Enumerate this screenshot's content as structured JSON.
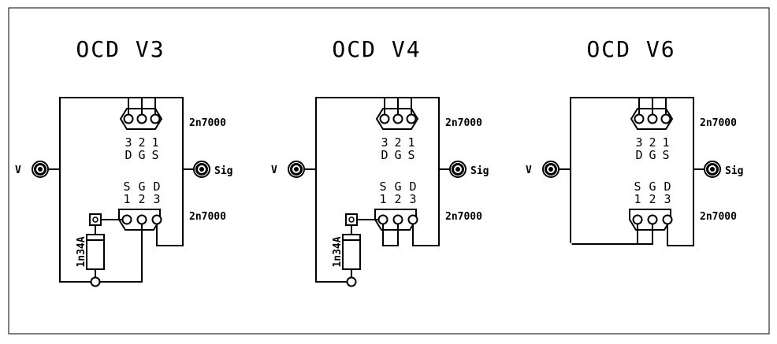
{
  "circuits": [
    {
      "title": "OCD V3",
      "input_label": "V",
      "output_label": "Sig",
      "top_part": "2n7000",
      "top_pin_numbers": [
        "3",
        "2",
        "1"
      ],
      "top_pin_names": [
        "D",
        "G",
        "S"
      ],
      "bottom_part": "2n7000",
      "bottom_pin_names": [
        "S",
        "G",
        "D"
      ],
      "bottom_pin_numbers": [
        "1",
        "2",
        "3"
      ],
      "diode": "1n34A"
    },
    {
      "title": "OCD V4",
      "input_label": "V",
      "output_label": "Sig",
      "top_part": "2n7000",
      "top_pin_numbers": [
        "3",
        "2",
        "1"
      ],
      "top_pin_names": [
        "D",
        "G",
        "S"
      ],
      "bottom_part": "2n7000",
      "bottom_pin_names": [
        "S",
        "G",
        "D"
      ],
      "bottom_pin_numbers": [
        "1",
        "2",
        "3"
      ],
      "diode": "1n34A"
    },
    {
      "title": "OCD V6",
      "input_label": "V",
      "output_label": "Sig",
      "top_part": "2n7000",
      "top_pin_numbers": [
        "3",
        "2",
        "1"
      ],
      "top_pin_names": [
        "D",
        "G",
        "S"
      ],
      "bottom_part": "2n7000",
      "bottom_pin_names": [
        "S",
        "G",
        "D"
      ],
      "bottom_pin_numbers": [
        "1",
        "2",
        "3"
      ]
    }
  ]
}
